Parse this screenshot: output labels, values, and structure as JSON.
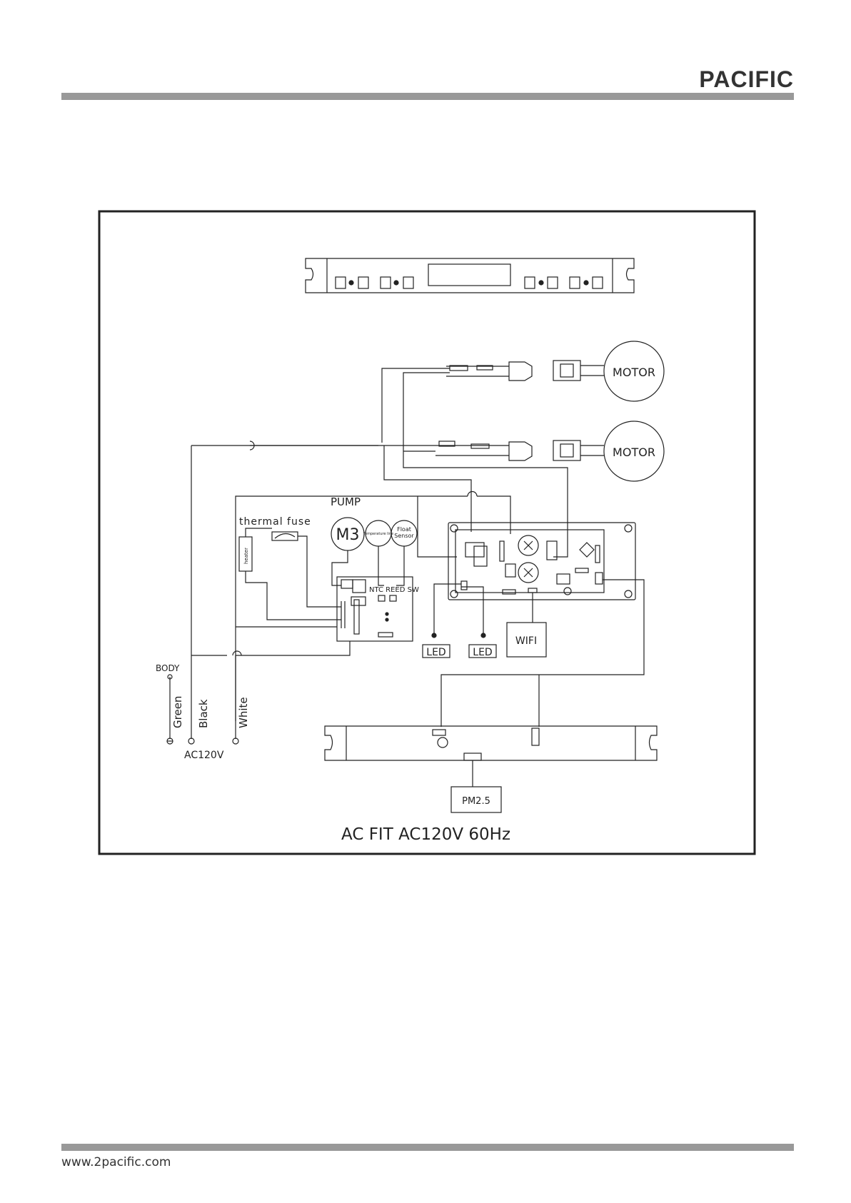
{
  "header": {
    "brand": "PACIFIC",
    "brand_color": "#333333",
    "rule_color": "#999999"
  },
  "footer": {
    "url": "www.2pacific.com"
  },
  "diagram": {
    "motor_top": "MOTOR",
    "motor_bottom": "MOTOR",
    "pump_label": "PUMP",
    "pump_motor": "M3",
    "thermal_fuse": "thermal fuse",
    "heater": "heater",
    "temperature_probe": "Temperature line",
    "float_sensor_line1": "Float",
    "float_sensor_line2": "Sensor",
    "ntc_reed": "NTC REED SW",
    "led_left": "LED",
    "led_right": "LED",
    "wifi": "WIFI",
    "body": "BODY",
    "green": "Green",
    "black": "Black",
    "white": "White",
    "ac_voltage": "AC120V",
    "pm25": "PM2.5",
    "caption": "AC FIT AC120V 60Hz"
  }
}
